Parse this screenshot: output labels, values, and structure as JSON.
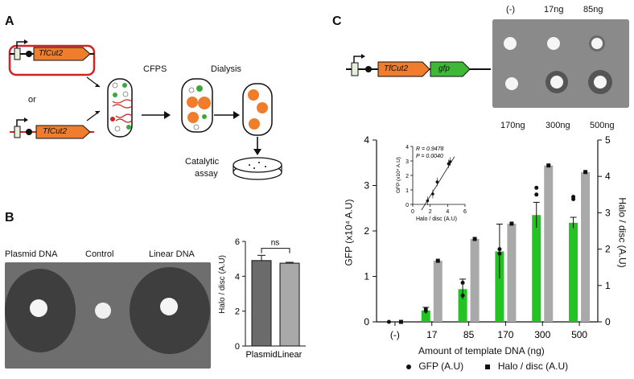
{
  "panels": {
    "A": {
      "letter": "A",
      "gene_label": "TfCut2",
      "or_label": "or",
      "cfps_label": "CFPS",
      "dialysis_label": "Dialysis",
      "assay_label_line1": "Catalytic",
      "assay_label_line2": "assay"
    },
    "B": {
      "letter": "B",
      "plate_labels": [
        "Plasmid DNA",
        "Control",
        "Linear DNA"
      ],
      "chart_ylabel": "Halo / disc (A.U)",
      "significance": "ns"
    },
    "C": {
      "letter": "C",
      "construct_genes": [
        "TfCut2",
        "gfp"
      ],
      "plate_top_labels": [
        "(-)",
        "17ng",
        "85ng"
      ],
      "plate_bottom_labels": [
        "170ng",
        "300ng",
        "500ng"
      ],
      "inset_r": "R = 0.9478",
      "inset_p": "P = 0.0040",
      "inset_ylabel": "GFP (x10⁴ A.U)",
      "inset_xlabel": "Halo / disc (A.U)",
      "legend_gfp": "GFP (A.U)",
      "legend_halo": "Halo / disc (A.U)"
    }
  },
  "chart_data": [
    {
      "type": "bar",
      "categories": [
        "Plasmid",
        "Linear"
      ],
      "values": [
        4.9,
        4.75
      ],
      "errors": [
        0.3,
        0.05
      ],
      "ylabel": "Halo / disc (A.U)",
      "ylim": [
        0,
        6
      ],
      "yticks": [
        0,
        2,
        4,
        6
      ],
      "colors": [
        "#6b6b6b",
        "#a9a9a9"
      ]
    },
    {
      "type": "bar",
      "categories": [
        "(-)",
        "17",
        "85",
        "170",
        "300",
        "500"
      ],
      "xlabel": "Amount of template DNA (ng)",
      "series": [
        {
          "name": "GFP (A.U)",
          "axis": "left",
          "color": "#22c322",
          "values": [
            0.0,
            0.25,
            0.72,
            1.55,
            2.35,
            2.18
          ],
          "errors": [
            0.0,
            0.07,
            0.22,
            0.6,
            0.28,
            0.12
          ],
          "points": [
            [
              0.0
            ],
            [
              0.24,
              0.28
            ],
            [
              0.58,
              0.86
            ],
            [
              1.5,
              1.6
            ],
            [
              2.8,
              2.95
            ],
            [
              2.7,
              2.75
            ]
          ]
        },
        {
          "name": "Halo / disc (A.U)",
          "axis": "right",
          "color": "#a9a9a9",
          "values": [
            0.0,
            1.68,
            2.28,
            2.7,
            4.3,
            4.12
          ],
          "errors": [
            0.0,
            0.02,
            0.02,
            0.02,
            0.03,
            0.03
          ]
        }
      ],
      "ylabel": "GFP (x10⁴ A.U)",
      "ylim": [
        0,
        4
      ],
      "yticks": [
        0,
        1,
        2,
        3,
        4
      ],
      "y2label": "Halo / disc (A.U)",
      "y2lim": [
        0,
        5
      ],
      "y2ticks": [
        0,
        1,
        2,
        3,
        4,
        5
      ]
    },
    {
      "type": "scatter",
      "x": [
        1.7,
        2.3,
        2.8,
        4.1,
        4.3
      ],
      "y": [
        0.25,
        0.72,
        1.55,
        2.8,
        2.95
      ],
      "xlabel": "Halo / disc (A.U)",
      "ylabel": "GFP (x10⁴ A.U)",
      "xlim": [
        0,
        6
      ],
      "ylim": [
        0,
        4
      ],
      "xticks": [
        0,
        2,
        4,
        6
      ],
      "yticks": [
        0,
        1,
        2,
        3,
        4
      ],
      "fit": true
    }
  ]
}
